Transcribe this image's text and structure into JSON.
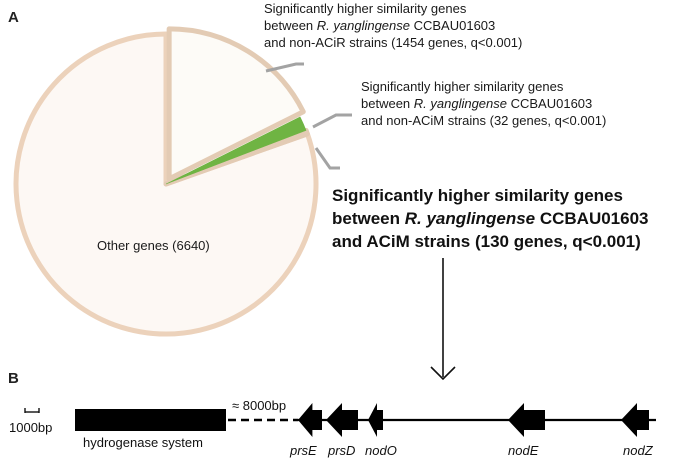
{
  "panel_a": {
    "label": "A"
  },
  "panel_b": {
    "label": "B"
  },
  "chart_data": {
    "type": "pie",
    "title": "",
    "slices": [
      {
        "key": "other",
        "value": 6640,
        "color": "#fdf8f4",
        "edge": "#ecd2bb"
      },
      {
        "key": "aciR",
        "value": 1454,
        "color": "#fdfbf7",
        "edge": "#e3cbb4",
        "exploded": true
      },
      {
        "key": "aciM",
        "value": 130,
        "color": "#6fb443",
        "edge": "#6fb443"
      },
      {
        "key": "nonAciM",
        "value": 32,
        "color": "#fdfbf7",
        "edge": "#e3cbb4"
      }
    ],
    "labels": {
      "other": "Other genes (6640)",
      "aciR": [
        [
          {
            "t": "Significantly higher similarity genes"
          }
        ],
        [
          {
            "t": "between "
          },
          {
            "t": "R. yanglingense",
            "i": true
          },
          {
            "t": " CCBAU01603"
          }
        ],
        [
          {
            "t": "and non-ACiR strains (1454 genes, q<0.001)"
          }
        ]
      ],
      "nonAciM": [
        [
          {
            "t": "Significantly higher similarity genes"
          }
        ],
        [
          {
            "t": "between "
          },
          {
            "t": "R. yanglingense",
            "i": true
          },
          {
            "t": " CCBAU01603"
          }
        ],
        [
          {
            "t": "and non-ACiM strains (32 genes, q<0.001)"
          }
        ]
      ],
      "aciM": [
        [
          {
            "t": "Significantly higher similarity genes"
          }
        ],
        [
          {
            "t": "between "
          },
          {
            "t": "R. yanglingense",
            "i": true
          },
          {
            "t": " CCBAU01603"
          }
        ],
        [
          {
            "t": "and ACiM strains (130 genes, q<0.001)"
          }
        ]
      ]
    }
  },
  "gene_map": {
    "scale_bar": "1000bp",
    "hydrogenase": "hydrogenase system",
    "gap": "≈ 8000bp",
    "genes": [
      {
        "name": "prsE",
        "strand": "-"
      },
      {
        "name": "prsD",
        "strand": "-"
      },
      {
        "name": "nodO",
        "strand": "-"
      },
      {
        "name": "nodE",
        "strand": "-"
      },
      {
        "name": "nodZ",
        "strand": "-"
      }
    ]
  }
}
